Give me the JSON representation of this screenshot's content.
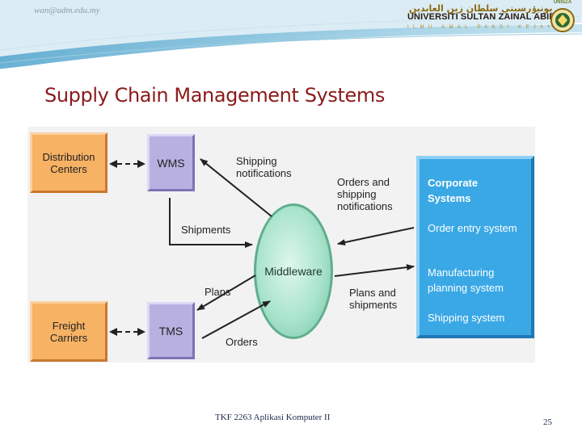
{
  "header": {
    "email": "wan@udm.edu.my",
    "logo": {
      "arabic_text": "يونيۏرسيتي سلطان زين العابدين",
      "name": "UNIVERSITI SULTAN ZAINAL ABIDIN",
      "tagline": "ILMU  AMAL  PAKSI  KEJAYAAN",
      "abbreviation": "UNISZA"
    }
  },
  "slide": {
    "title": "Supply Chain Management Systems"
  },
  "diagram": {
    "distribution_centers": "Distribution\nCenters",
    "freight_carriers": "Freight\nCarriers",
    "wms": "WMS",
    "tms": "TMS",
    "middleware": "Middleware",
    "corporate": {
      "title": "Corporate\nSystems",
      "order_entry": "Order entry system",
      "manufacturing": "Manufacturing\nplanning system",
      "shipping": "Shipping system"
    },
    "labels": {
      "shipping_notifications": "Shipping\nnotifications",
      "orders_and_shipping_notifications": "Orders and\nshipping\nnotifications",
      "shipments": "Shipments",
      "plans": "Plans",
      "plans_and_shipments": "Plans and\nshipments",
      "orders": "Orders"
    }
  },
  "footer": {
    "course": "TKF 2263  Aplikasi Komputer II",
    "page_number": "25"
  }
}
